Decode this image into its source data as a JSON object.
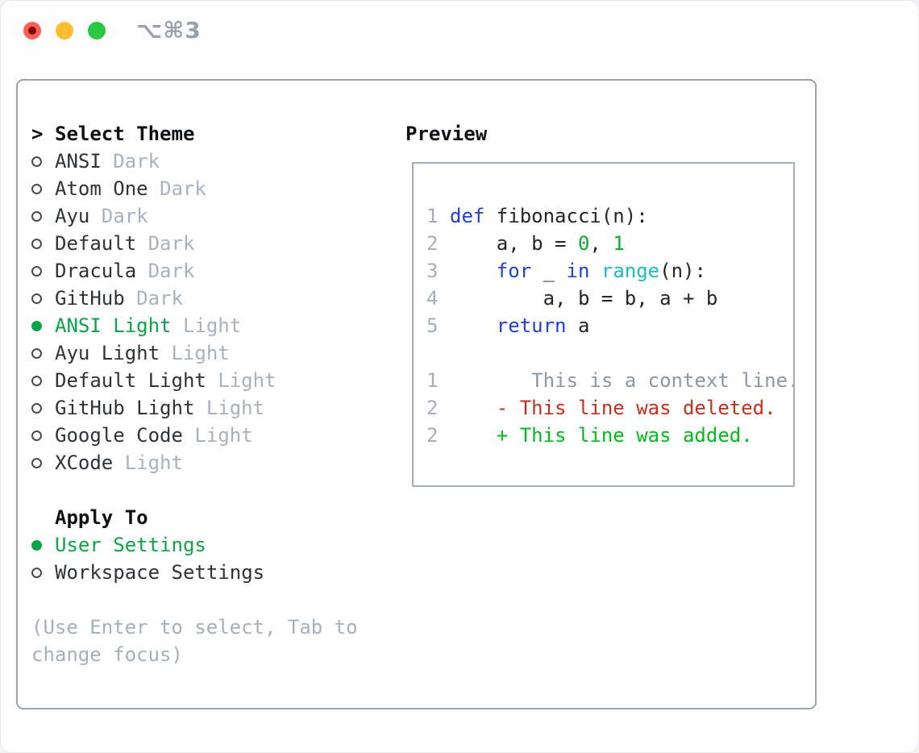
{
  "window": {
    "title": "⌥⌘3",
    "traffic_lights": [
      "close",
      "minimize",
      "zoom"
    ]
  },
  "colors": {
    "selection_green": "#0ba546",
    "added_green": "#04bb1e",
    "deleted_red": "#c52f1b",
    "keyword_blue": "#2240d9",
    "builtin_cyan": "#18bcc8",
    "number_green": "#0dab2a",
    "muted_gray": "#a8b1be",
    "context_gray": "#8d97a1",
    "text_dark": "#2e333a",
    "panel_border": "#9ba4ae"
  },
  "left_panel": {
    "header": {
      "marker": ">",
      "label": "Select Theme"
    },
    "themes": [
      {
        "name": "ANSI",
        "tag": "Dark",
        "selected": false
      },
      {
        "name": "Atom One",
        "tag": "Dark",
        "selected": false
      },
      {
        "name": "Ayu",
        "tag": "Dark",
        "selected": false
      },
      {
        "name": "Default",
        "tag": "Dark",
        "selected": false
      },
      {
        "name": "Dracula",
        "tag": "Dark",
        "selected": false
      },
      {
        "name": "GitHub",
        "tag": "Dark",
        "selected": false
      },
      {
        "name": "ANSI Light",
        "tag": "Light",
        "selected": true
      },
      {
        "name": "Ayu Light",
        "tag": "Light",
        "selected": false
      },
      {
        "name": "Default Light",
        "tag": "Light",
        "selected": false
      },
      {
        "name": "GitHub Light",
        "tag": "Light",
        "selected": false
      },
      {
        "name": "Google Code",
        "tag": "Light",
        "selected": false
      },
      {
        "name": "XCode",
        "tag": "Light",
        "selected": false
      }
    ],
    "apply_to": {
      "header": "Apply To",
      "options": [
        {
          "name": "User Settings",
          "selected": true
        },
        {
          "name": "Workspace Settings",
          "selected": false
        }
      ]
    },
    "hint_lines": [
      "(Use Enter to select, Tab to",
      "change focus)"
    ]
  },
  "preview": {
    "header": "Preview",
    "code_lines": [
      {
        "num": "1",
        "tokens": [
          {
            "t": "def",
            "c": "kw"
          },
          {
            "t": " fibonacci(n):",
            "c": "plain"
          }
        ]
      },
      {
        "num": "2",
        "tokens": [
          {
            "t": "    a, b = ",
            "c": "plain"
          },
          {
            "t": "0",
            "c": "num"
          },
          {
            "t": ", ",
            "c": "plain"
          },
          {
            "t": "1",
            "c": "num"
          }
        ]
      },
      {
        "num": "3",
        "tokens": [
          {
            "t": "    ",
            "c": "plain"
          },
          {
            "t": "for",
            "c": "kw"
          },
          {
            "t": " _ ",
            "c": "plain"
          },
          {
            "t": "in",
            "c": "kw"
          },
          {
            "t": " ",
            "c": "plain"
          },
          {
            "t": "range",
            "c": "builtin"
          },
          {
            "t": "(n):",
            "c": "plain"
          }
        ]
      },
      {
        "num": "4",
        "tokens": [
          {
            "t": "        a, b = b, a + b",
            "c": "plain"
          }
        ]
      },
      {
        "num": "5",
        "tokens": [
          {
            "t": "    ",
            "c": "plain"
          },
          {
            "t": "return",
            "c": "kw"
          },
          {
            "t": " a",
            "c": "plain"
          }
        ]
      },
      {
        "num": "",
        "tokens": []
      },
      {
        "num": "1",
        "tokens": [
          {
            "t": "       This is a context line.",
            "c": "context"
          }
        ]
      },
      {
        "num": "2",
        "tokens": [
          {
            "t": "    - This line was deleted.",
            "c": "del"
          }
        ]
      },
      {
        "num": "2",
        "tokens": [
          {
            "t": "    + This line was added.",
            "c": "add"
          }
        ]
      }
    ]
  }
}
